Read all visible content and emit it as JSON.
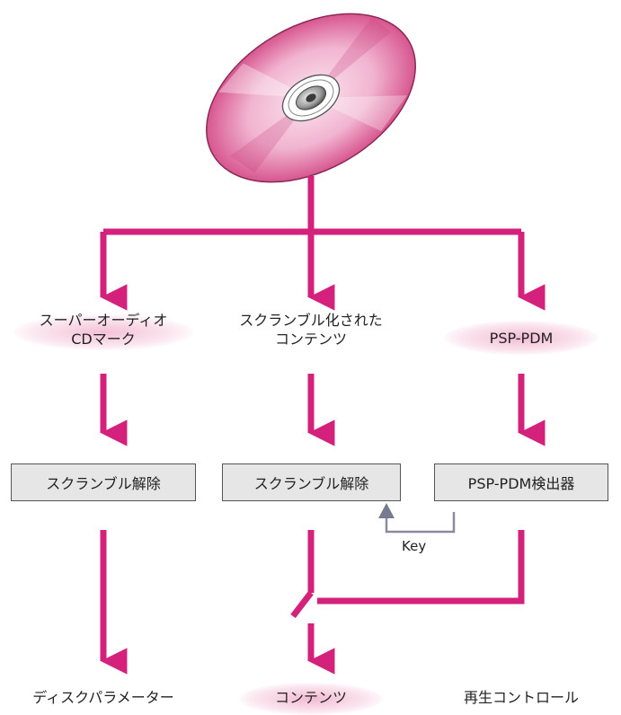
{
  "colors": {
    "arrow": "#d4217c",
    "disc_light": "#f6cfe2",
    "disc_dark": "#d7568f",
    "box_fill": "#e6e6e6",
    "key_line": "#8a8aa0"
  },
  "icons": {
    "disc": "optical-disc-icon"
  },
  "columns": {
    "left": {
      "source": [
        "スーパーオーディオ",
        "CDマーク"
      ],
      "process": "スクランブル解除",
      "output": "ディスクパラメーター"
    },
    "middle": {
      "source": [
        "スクランブル化された",
        "コンテンツ"
      ],
      "process": "スクランブル解除",
      "output": "コンテンツ"
    },
    "right": {
      "source": [
        "PSP-PDM"
      ],
      "process": "PSP-PDM検出器",
      "output": "再生コントロール"
    }
  },
  "key_label": "Key"
}
